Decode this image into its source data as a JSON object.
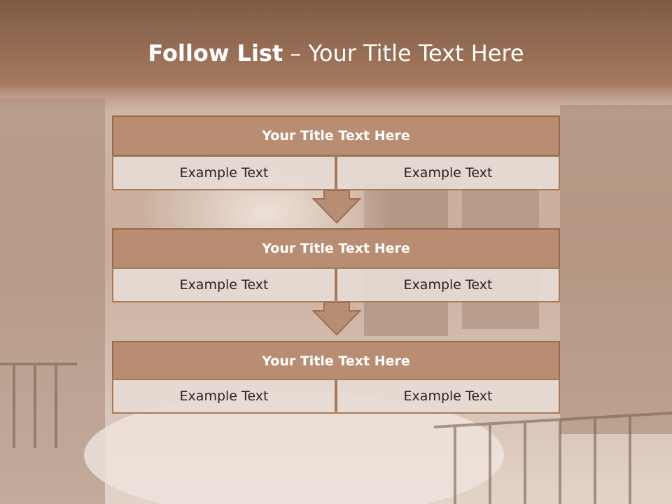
{
  "slide": {
    "title_bold": "Follow List",
    "title_rest": "– Your Title Text Here",
    "steps": [
      {
        "title": "Your Title Text Here",
        "left": "Example Text",
        "right": "Example Text"
      },
      {
        "title": "Your Title Text Here",
        "left": "Example Text",
        "right": "Example Text"
      },
      {
        "title": "Your Title Text Here",
        "left": "Example Text",
        "right": "Example Text"
      }
    ]
  },
  "colors": {
    "header_band": "#85634d",
    "step_title_fill": "#b88d72",
    "step_border": "#96694d",
    "cell_fill": "#e6dad4",
    "arrow_fill": "#b88d72"
  },
  "icons": {
    "connector": "down-arrow-icon"
  }
}
